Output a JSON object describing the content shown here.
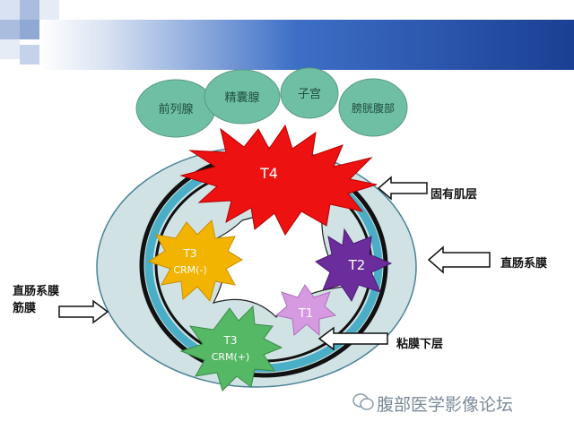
{
  "organs": [
    {
      "name": "前列腺"
    },
    {
      "name": "精囊腺"
    },
    {
      "name": "子宫"
    },
    {
      "name": "膀胱腹部"
    }
  ],
  "tumors": {
    "t4": "T4",
    "t3a_stage": "T3",
    "t3a_crm": "CRM(-)",
    "t3b_stage": "T3",
    "t3b_crm": "CRM(+)",
    "t2": "T2",
    "t1": "T1"
  },
  "labels": {
    "muscularis": "固有肌层",
    "mesorectum": "直肠系膜",
    "fascia_line1": "直肠系膜",
    "fascia_line2": "筋膜",
    "submucosa": "粘膜下层"
  },
  "watermark": "腹部医学影像论坛",
  "colors": {
    "header_dark": "#1a3f93",
    "organ_fill": "#6fbfa4",
    "mesorectum_fill": "#d1e2e4",
    "wall_teal": "#4aaec6",
    "t4": "#ee1111",
    "t3_neg": "#f2b400",
    "t3_pos": "#55b865",
    "t2": "#6b2c9c",
    "t1": "#d69ae0"
  }
}
